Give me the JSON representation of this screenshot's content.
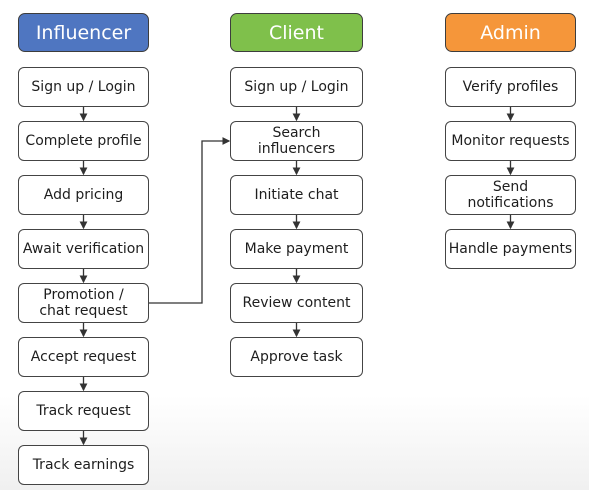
{
  "columns": [
    {
      "id": "influencer",
      "title": "Influencer",
      "color": "#4f76c1",
      "steps": [
        "Sign up / Login",
        "Complete profile",
        "Add pricing",
        "Await verification",
        "Promotion /\nchat request",
        "Accept request",
        "Track request",
        "Track earnings"
      ]
    },
    {
      "id": "client",
      "title": "Client",
      "color": "#7fc04b",
      "steps": [
        "Sign up / Login",
        "Search influencers",
        "Initiate chat",
        "Make payment",
        "Review content",
        "Approve task"
      ]
    },
    {
      "id": "admin",
      "title": "Admin",
      "color": "#f5963a",
      "steps": [
        "Verify profiles",
        "Monitor requests",
        "Send notifications",
        "Handle payments"
      ]
    }
  ],
  "cross_links": [
    {
      "from": "influencer.4",
      "to": "client.1"
    }
  ]
}
